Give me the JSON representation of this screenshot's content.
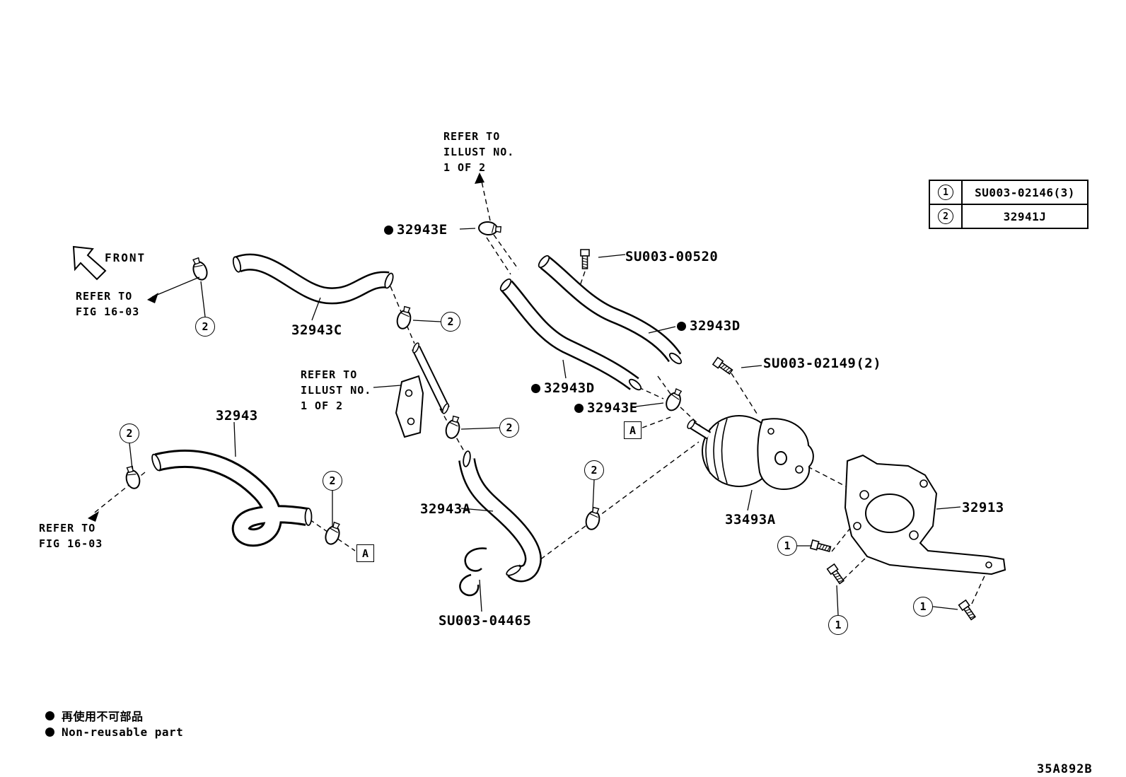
{
  "diagram": {
    "front_label": "FRONT",
    "drawing_code": "35A892B"
  },
  "references": {
    "illust_top": "REFER TO\nILLUST NO.\n1 OF 2",
    "illust_mid": "REFER TO\nILLUST NO.\n1 OF 2",
    "fig_top_left": "REFER TO\nFIG 16-03",
    "fig_bottom_left": "REFER TO\nFIG 16-03"
  },
  "parts": {
    "clamp_32943e_top": {
      "label": "32943E",
      "non_reusable": true
    },
    "bolt_su003_00520": {
      "label": "SU003-00520"
    },
    "hose_32943c": {
      "label": "32943C"
    },
    "hose_32943d_right": {
      "label": "32943D",
      "non_reusable": true
    },
    "hose_32943d_left": {
      "label": "32943D",
      "non_reusable": true
    },
    "clamp_32943e_mid": {
      "label": "32943E",
      "non_reusable": true
    },
    "bolt_su003_02149": {
      "label": "SU003-02149(2)"
    },
    "hose_32943": {
      "label": "32943"
    },
    "hose_32943a": {
      "label": "32943A"
    },
    "cooler_33493a": {
      "label": "33493A"
    },
    "bracket_32913": {
      "label": "32913"
    },
    "clip_su003_04465": {
      "label": "SU003-04465"
    }
  },
  "callouts": {
    "one": "1",
    "two": "2",
    "a": "A"
  },
  "legend_table": {
    "rows": [
      {
        "num": "1",
        "part_number": "SU003-02146(3)"
      },
      {
        "num": "2",
        "part_number": "32941J"
      }
    ]
  },
  "footer": {
    "legend_jp": "再使用不可部品",
    "legend_en": "Non-reusable part"
  }
}
